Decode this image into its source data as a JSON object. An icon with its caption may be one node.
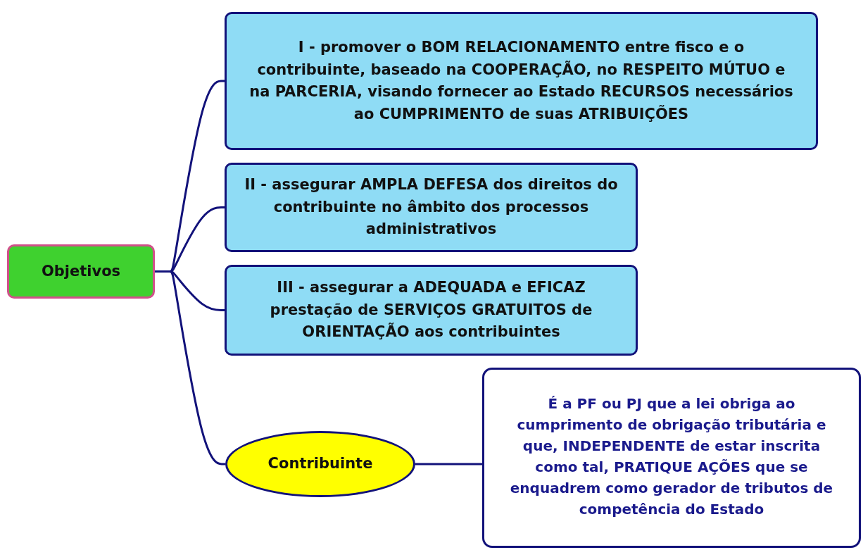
{
  "diagram": {
    "nodes": [
      {
        "text": [
          "Objetivos"
        ]
      },
      {
        "text": [
          "I - promover o BOM RELACIONAMENTO entre fisco e o contribuinte, baseado na COOPERAÇÃO, no RESPEITO MÚTUO e na PARCERIA, visando fornecer ao Estado RECURSOS necessários ao CUMPRIMENTO de suas ATRIBUIÇÕES"
        ]
      },
      {
        "text": [
          "II - assegurar AMPLA DEFESA dos direitos do contribuinte no âmbito dos processos administrativos"
        ]
      },
      {
        "text": [
          "III - assegurar a ADEQUADA e EFICAZ prestação de SERVIÇOS GRATUITOS de ORIENTAÇÃO aos contribuintes"
        ]
      },
      {
        "text": [
          "Contribuinte"
        ]
      },
      {
        "text": [
          "É a PF ou PJ que a lei obriga ao cumprimento de obrigação tributária e que, INDEPENDENTE de estar inscrita como tal, PRATIQUE AÇÕES que se enquadrem como gerador de tributos de competência do Estado"
        ]
      }
    ],
    "edges": [
      {
        "from": 0,
        "to": 1,
        "arrow": "none"
      },
      {
        "from": 0,
        "to": 2,
        "arrow": "none"
      },
      {
        "from": 0,
        "to": 3,
        "arrow": "none"
      },
      {
        "from": 0,
        "to": 4,
        "arrow": "none"
      },
      {
        "from": 4,
        "to": 5,
        "arrow": "none"
      }
    ]
  }
}
